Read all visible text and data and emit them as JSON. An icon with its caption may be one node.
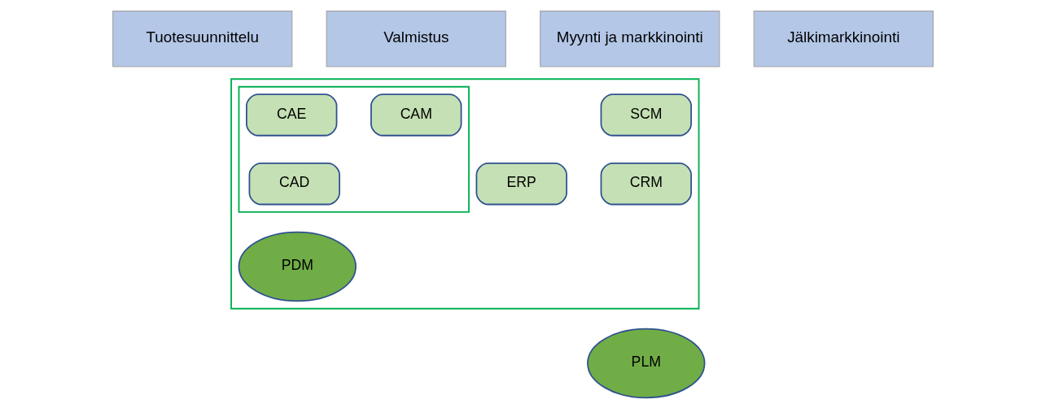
{
  "diagram": {
    "nodes": [
      {
        "text": [
          "Tuotesuunnittelu"
        ]
      },
      {
        "text": [
          "Valmistus"
        ]
      },
      {
        "text": [
          "Myynti ja markkinointi"
        ]
      },
      {
        "text": [
          "Jälkimarkkinointi"
        ]
      },
      {
        "text": [],
        "shape": "box"
      },
      {
        "text": [],
        "shape": "box",
        "in": 4
      },
      {
        "text": [
          "CAE"
        ],
        "in": 5
      },
      {
        "text": [
          "CAM"
        ],
        "in": 5
      },
      {
        "text": [
          "CAD"
        ],
        "in": 5
      },
      {
        "text": [
          "ERP"
        ],
        "in": 4
      },
      {
        "text": [
          "SCM"
        ],
        "in": 4
      },
      {
        "text": [
          "CRM"
        ],
        "in": 4
      },
      {
        "text": [
          "PDM"
        ],
        "in": 4
      },
      {
        "text": [
          "PLM"
        ]
      }
    ]
  }
}
